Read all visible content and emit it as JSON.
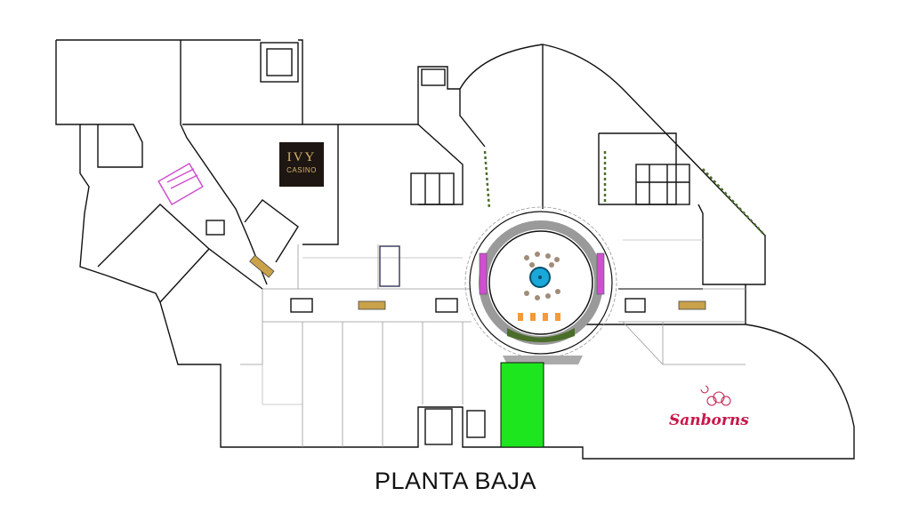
{
  "title": "PLANTA BAJA",
  "logos": {
    "casino": {
      "line1": "IVY",
      "line2": "CASINO",
      "bg": "#1e1612",
      "fg": "#d9b56a"
    },
    "sanborns": {
      "text": "Sanborns",
      "color": "#c8174a"
    }
  },
  "colors": {
    "highlight": "#1ee61e",
    "fountain": "#1aa7d9",
    "stairs": "#d04fd0",
    "plaza_ring": "#9a9a9a"
  }
}
